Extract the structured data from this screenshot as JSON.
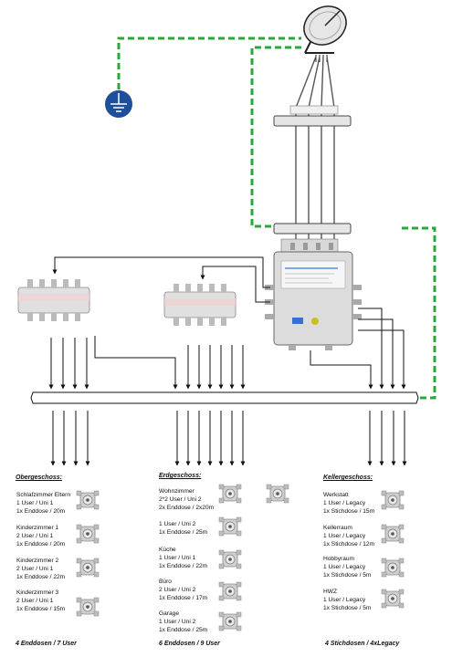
{
  "upper": {
    "header": "Obergeschoss:",
    "rooms": [
      {
        "name": "Schlafzimmer Eltern",
        "users": "1 User / Uni 1",
        "outlets": "1x Enddose / 20m"
      },
      {
        "name": "Kinderzimmer 1",
        "users": "2 User / Uni 1",
        "outlets": "1x Enddose / 20m"
      },
      {
        "name": "Kinderzimmer 2",
        "users": "2 User / Uni 1",
        "outlets": "1x Enddose / 22m"
      },
      {
        "name": "Kinderzimmer 3",
        "users": "2 User / Uni 1",
        "outlets": "1x Enddose / 15m"
      }
    ],
    "footer": "4 Enddosen / 7 User"
  },
  "ground": {
    "header": "Erdgeschoss:",
    "rooms": [
      {
        "name": "Wohnzimmer",
        "users": "2*2 User / Uni 2",
        "outlets": "2x Enddose / 2x20m"
      },
      {
        "name": "",
        "users": "1 User / Uni 2",
        "outlets": "1x Enddose / 25m"
      },
      {
        "name": "Küche",
        "users": "1 User / Uni 1",
        "outlets": "1x Enddose / 22m"
      },
      {
        "name": "Büro",
        "users": "2 User / Uni 2",
        "outlets": "1x Enddose / 17m"
      },
      {
        "name": "Garage",
        "users": "1 User / Uni 2",
        "outlets": "1x Enddose / 25m"
      }
    ],
    "footer": "6 Enddosen / 9 User"
  },
  "basement": {
    "header": "Kellergeschoss:",
    "rooms": [
      {
        "name": "Werkstatt",
        "users": "1 User / Legacy",
        "outlets": "1x Stichdose / 15m"
      },
      {
        "name": "Kellerraum",
        "users": "1 User / Legacy",
        "outlets": "1x Stichdose / 12m"
      },
      {
        "name": "Hobbyraum",
        "users": "1 User / Legacy",
        "outlets": "1x Stichdose / 5m"
      },
      {
        "name": "HWZ",
        "users": "1 User / Legacy",
        "outlets": "1x Stichdose / 5m"
      }
    ],
    "footer": "4 Stichdosen / 4xLegacy"
  },
  "colors": {
    "ground_dash": "#2aa83a",
    "earth_symbol": "#1f4f9a",
    "line": "#111111",
    "device_body": "#dcdcdc"
  },
  "icons": {
    "dish": "satellite-dish-icon",
    "earth": "ground-earth-icon",
    "outlet": "antenna-socket-icon",
    "splitter": "splitter-device",
    "multiswitch": "multiswitch-device"
  }
}
